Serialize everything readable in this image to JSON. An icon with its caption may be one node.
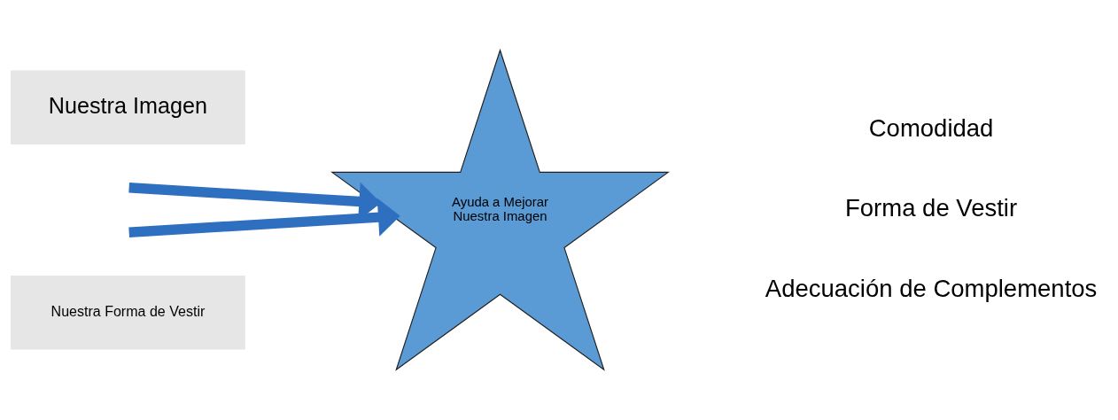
{
  "diagram": {
    "nodes": [
      {
        "text": [
          "Nuestra Imagen"
        ]
      },
      {
        "text": [
          "Nuestra Forma de Vestir"
        ]
      },
      {
        "text": [
          "Ayuda a Mejorar Nuestra Imagen"
        ]
      }
    ],
    "edges": [
      {
        "from": null,
        "to": 2,
        "arrow": "to"
      },
      {
        "from": null,
        "to": 2,
        "arrow": "to"
      }
    ],
    "labels": [
      "Comodidad",
      "Forma de Vestir",
      "Adecuación de Complementos"
    ]
  }
}
